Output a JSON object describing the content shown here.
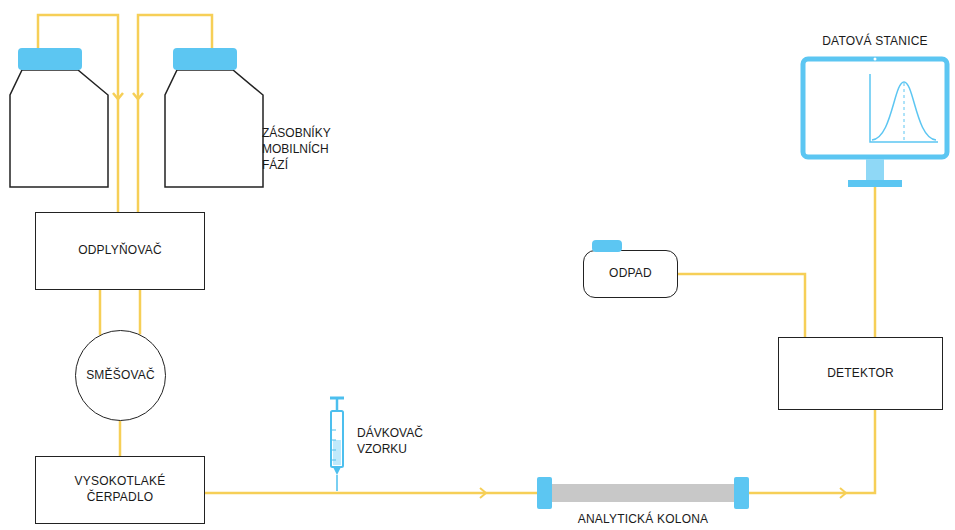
{
  "diagram": {
    "nodes": [
      {
        "text": [
          "ODPLYŇOVAČ"
        ]
      },
      {
        "text": [
          "SMĚŠOVAČ"
        ]
      },
      {
        "text": [
          "VYSOKOTLAKÉ ČERPADLO"
        ]
      },
      {
        "text": [
          "ANALYTICKÁ KOLONA"
        ]
      },
      {
        "text": [
          "ODPAD"
        ]
      },
      {
        "text": [
          "DETEKTOR"
        ]
      },
      {
        "text": [
          "DATOVÁ STANICE"
        ]
      }
    ],
    "edges": [
      {
        "from": 0,
        "to": 1,
        "arrow": "none"
      },
      {
        "from": 0,
        "to": 1,
        "arrow": "none"
      },
      {
        "from": 1,
        "to": 2,
        "arrow": "none"
      },
      {
        "from": 2,
        "to": 3,
        "arrow": "to"
      },
      {
        "from": 3,
        "to": 5,
        "arrow": "to"
      },
      {
        "from": 5,
        "to": 4,
        "arrow": "none"
      },
      {
        "from": 5,
        "to": 6,
        "arrow": "none"
      }
    ],
    "labels": [
      "ZÁSOBNÍKY MOBILNÍCH FÁZÍ",
      "DÁVKOVAČ VZORKU"
    ]
  }
}
